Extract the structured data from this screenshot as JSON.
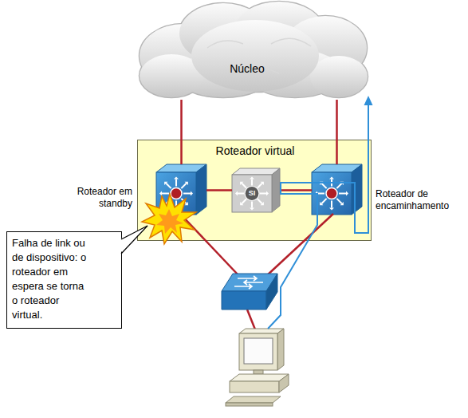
{
  "diagram": {
    "nodes": [
      {
        "text": [
          "Núcleo"
        ]
      },
      {
        "text": [
          "Roteador virtual"
        ]
      },
      {
        "text": [
          "Roteador em standby"
        ],
        "in": 1
      },
      {
        "text": [
          "SI"
        ],
        "in": 1
      },
      {
        "text": [
          "Roteador de encaminhamento"
        ],
        "in": 1
      },
      {
        "text": [
          "Falha de link ou de dispositivo: o roteador em espera se torna o roteador virtual."
        ]
      }
    ],
    "edges": [
      {
        "from": 0,
        "to": 2,
        "arrow": "none"
      },
      {
        "from": 0,
        "to": 4,
        "arrow": "none"
      },
      {
        "from": 2,
        "to": 3,
        "arrow": "none"
      },
      {
        "from": 3,
        "to": 4,
        "arrow": "none"
      }
    ]
  }
}
